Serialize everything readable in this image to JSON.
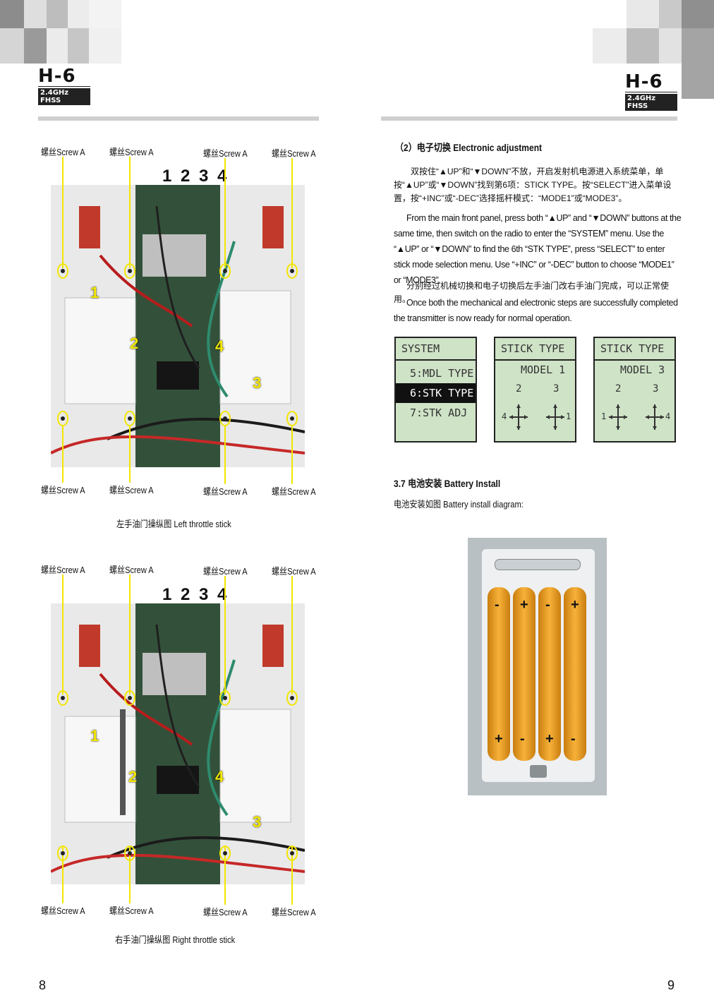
{
  "header": {
    "left_logo": {
      "title": "H-6",
      "subtitle": "2.4GHz FHSS"
    },
    "right_logo": {
      "title": "H-6",
      "subtitle": "2.4GHz FHSS"
    }
  },
  "left_page": {
    "screw_label": "螺丝Screw A",
    "channel_numbers": "1 2 3 4",
    "marks": {
      "m1": "1",
      "m2": "2",
      "m3": "3",
      "m4": "4"
    },
    "figure1_caption": "左手油门操纵图 Left throttle stick",
    "figure2_caption": "右手油门操纵图 Right throttle stick",
    "page_number": "8"
  },
  "right_page": {
    "section_title": "（2）电子切换 Electronic adjustment",
    "para_cn_1": "双按住“▲UP”和“▼DOWN”不放，开启发射机电源进入系统菜单，单按“▲UP”或“▼DOWN”找到第6项：STICK TYPE。按“SELECT”进入菜单设置，按“+INC”或“-DEC”选择摇杆模式：“MODE1”或“MODE3”。",
    "para_en_1": "From the main front panel, press both “▲UP” and “▼DOWN” buttons at the same time, then switch on the radio to enter the “SYSTEM” menu. Use the “▲UP” or “▼DOWN” to find the 6th “STK TYPE”, press “SELECT” to enter stick mode selection menu. Use “+INC” or “-DEC” button to choose “MODE1” or “MODE3”.",
    "para_cn_2": "分别经过机械切换和电子切换后左手油门改右手油门完成，可以正常使用。",
    "para_en_2": "Once both the mechanical and electronic steps are successfully completed the transmitter is now ready for normal operation.",
    "lcd_system": {
      "title": "SYSTEM",
      "items": [
        "5:MDL TYPE",
        "6:STK TYPE",
        "7:STK ADJ"
      ]
    },
    "lcd_mode1": {
      "title": "STICK TYPE",
      "mode": "MODEL 1",
      "top_left": "2",
      "top_right": "3",
      "left": "4",
      "right": "1"
    },
    "lcd_mode3": {
      "title": "STICK TYPE",
      "mode": "MODEL 3",
      "top_left": "2",
      "top_right": "3",
      "left": "1",
      "right": "4"
    },
    "battery_title": "3.7 电池安装 Battery Install",
    "battery_caption": "电池安装如图 Battery install diagram:",
    "battery_top_signs": [
      "-",
      "+",
      "-",
      "+"
    ],
    "battery_bottom_signs": [
      "+",
      "-",
      "+",
      "-"
    ],
    "page_number": "9"
  },
  "colors": {
    "highlight": "#f2e600",
    "battery": "#e79a1c",
    "lcd": "#cfe3c7",
    "panel": "#b9c0c3"
  }
}
